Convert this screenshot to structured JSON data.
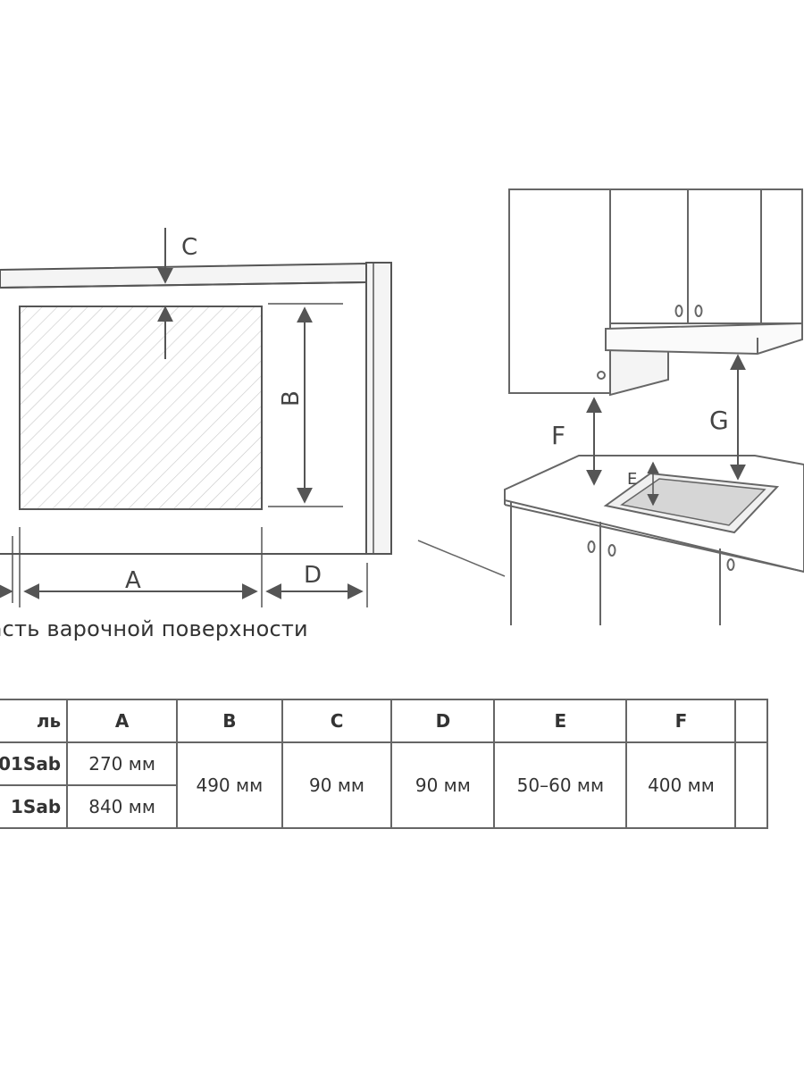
{
  "left_diagram": {
    "labels": {
      "a": "A",
      "b": "B",
      "c": "C",
      "d": "D"
    },
    "caption": "ая часть варочной поверхности"
  },
  "right_diagram": {
    "labels": {
      "e": "E",
      "f": "F",
      "g": "G"
    }
  },
  "table": {
    "headers": [
      "ль",
      "A",
      "B",
      "C",
      "D",
      "E",
      "F"
    ],
    "rows": [
      {
        "model": "01Sab",
        "a": "270 мм"
      },
      {
        "model": "1Sab",
        "a": "840 мм"
      }
    ],
    "shared": {
      "b": "490 мм",
      "c": "90 мм",
      "d": "90 мм",
      "e": "50–60 мм",
      "f": "400 мм"
    }
  }
}
